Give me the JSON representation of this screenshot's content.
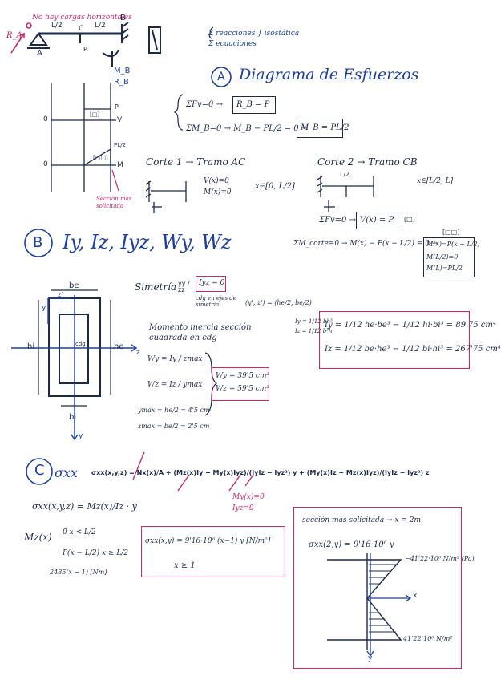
{
  "header": {
    "no_horizontal_loads": "No hay cargas horizontales",
    "beam_labels": {
      "ra": "R_A",
      "a": "A",
      "c": "C",
      "b": "B",
      "l_half_left": "L/2",
      "l_half_right": "L/2",
      "mb": "M_B",
      "rb": "R_B",
      "p_mark": "P"
    },
    "reactions_note": "Σ reacciones } isostática\nΣ ecuaciones",
    "section_a_letter": "A",
    "section_a_title": "Diagrama de Esfuerzos"
  },
  "diagram_left": {
    "axis_zero_top": "0",
    "axis_zero_bottom": "0",
    "v_label": "V",
    "p_label": "P",
    "m_label": "M",
    "pl2_label": "PL/2",
    "v_bracket": "[□]",
    "m_bracket": "[□□]",
    "most_loaded_note": "Sección más solicitada"
  },
  "equilibrium": {
    "sum_fv": "ΣFv=0 →",
    "rb_result": "R_B = P",
    "sum_mb": "ΣM_B=0 → M_B − PL/2 = 0 →",
    "mb_result": "M_B = PL/2"
  },
  "cut1": {
    "title": "Corte 1 → Tramo AC",
    "vx": "V(x)=0",
    "mx": "M(x)=0",
    "range": "x∈[0, L/2]"
  },
  "cut2": {
    "title": "Corte 2 → Tramo CB",
    "range": "x∈[L/2, L]",
    "l2": "L/2",
    "sum_fv": "ΣFv=0 →",
    "vx": "V(x) = P",
    "v_unit": "[□]",
    "sum_mcorte": "ΣM_corte=0 → M(x) − P(x − L/2) = 0 →",
    "m_unit": "[□□]",
    "m_result": [
      "M(x)=P(x − L/2)",
      "M(L/2)=0",
      "M(L)=PL/2"
    ]
  },
  "section_b": {
    "letter": "B",
    "title": "Iy, Iz, Iyz, Wy, Wz",
    "symmetry": "Simetría",
    "sym_axes": "yy / zz",
    "iyz_result": "Iyz = 0",
    "cdg_note": "cdg en ejes de simetría",
    "coords": "(y', z') = (he/2, be/2)",
    "moment_note": "Momento inercia sección cuadrada en cdg",
    "moment_formulas": [
      "Iy = 1/12 bh³",
      "Iz = 1/12 b³h"
    ],
    "iy_result": "Iy = 1/12 he·be³ − 1/12 hi·bi³ = 89'75 cm⁴",
    "iz_result": "Iz = 1/12 be·he³ − 1/12 bi·hi³ = 267'75 cm⁴",
    "wy_def": "Wy = Iy / zmax",
    "wz_def": "Wz = Iz / ymax",
    "ymax": "ymax = he/2 = 4'5 cm",
    "zmax": "zmax = be/2 = 2'5 cm",
    "w_results": [
      "Wy = 39'5 cm³",
      "Wz = 59'5 cm³"
    ],
    "fig_labels": {
      "be": "be",
      "bi": "bi",
      "hi": "hi",
      "he": "he",
      "y_top": "y",
      "z_prime": "z'",
      "cdg": "cdg",
      "z_axis": "z",
      "y_axis": "y"
    }
  },
  "section_c": {
    "letter": "C",
    "title": "σxx",
    "general_formula": "σxx(x,y,z) = Nx(x)/A + (Mz(x)Iy − My(x)Iyz)/(IyIz − Iyz²) y + (My(x)Iz − Mz(x)Iyz)/(IyIz − Iyz²) z",
    "zero_notes": [
      "My(x)=0",
      "Iyz=0"
    ],
    "simplified": "σxx(x,y,z) = Mz(x)/Iz · y",
    "mz_label": "Mz(x)",
    "mz_cases": [
      "0   x < L/2",
      "P(x − L/2)   x ≥ L/2"
    ],
    "mz_number": "2485(x − 1) [Nm]",
    "sigma_result": "σxx(x,y) = 9'16·10⁶ (x−1) y  [N/m²]",
    "x_cond": "x ≥ 1",
    "panel_title": "sección más solicitada → x = 2m",
    "panel_sigma": "σxx(2,y) = 9'16·10⁶ y",
    "top_value": "−41'22·10⁶ N/m² (Pa)",
    "bottom_value": "41'22·10⁶ N/m²",
    "panel_x": "x",
    "panel_y": "y"
  },
  "colors": {
    "ink": "#1b2a4a",
    "blue": "#1a3fa8",
    "pink": "#d2246b"
  }
}
